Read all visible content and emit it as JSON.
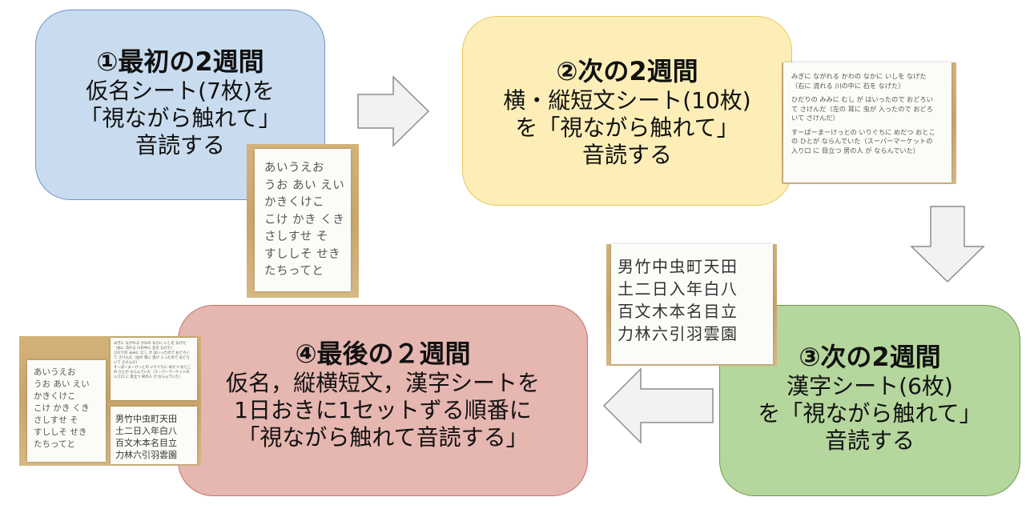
{
  "steps": [
    {
      "title": "①最初の2週間",
      "lines": [
        "仮名シート(7枚)を",
        "「視ながら触れて」",
        "音読する"
      ],
      "color": "#c9dcef"
    },
    {
      "title": "②次の2週間",
      "lines": [
        "横・縦短文シート(10枚)",
        "を「視ながら触れて」",
        "音読する"
      ],
      "color": "#fdeeb8"
    },
    {
      "title": "③次の2週間",
      "lines": [
        "漢字シート(6枚)",
        "を「視ながら触れて」",
        "音読する"
      ],
      "color": "#b5d69c"
    },
    {
      "title": "④最後の２週間",
      "lines": [
        "仮名，縦横短文，漢字シートを",
        "1日おきに1セットずる順番に",
        "「視ながら触れて音読する」"
      ],
      "color": "#e6b6b0"
    }
  ],
  "sheets": {
    "kana": [
      "あいうえお",
      "うお あい えい",
      "かきくけこ",
      "こけ かき くき",
      "さしすせ そ",
      "すししそ せき",
      "たちってと"
    ],
    "short_sentences": [
      "みぎに ながれる かわの なかに いしを なげた",
      "（右に 流れる 川の中に 石を なげた）",
      "",
      "ひだりの みみに むし が はいったので おどろい",
      "て さけんだ（左の 耳に 虫が 入ったので おどろ",
      "いて さけんだ）",
      "",
      "すーぱーまーけっとの いりぐちに めだつ おとこ",
      "の ひとが ならんでいた（スーパーマーケットの",
      "入り口 に 目立つ 男の人 が ならんでいた）"
    ],
    "kanji": [
      "男竹中虫町天田",
      "土二日入年白八",
      "百文木本名目立",
      "力林六引羽雲園"
    ]
  }
}
